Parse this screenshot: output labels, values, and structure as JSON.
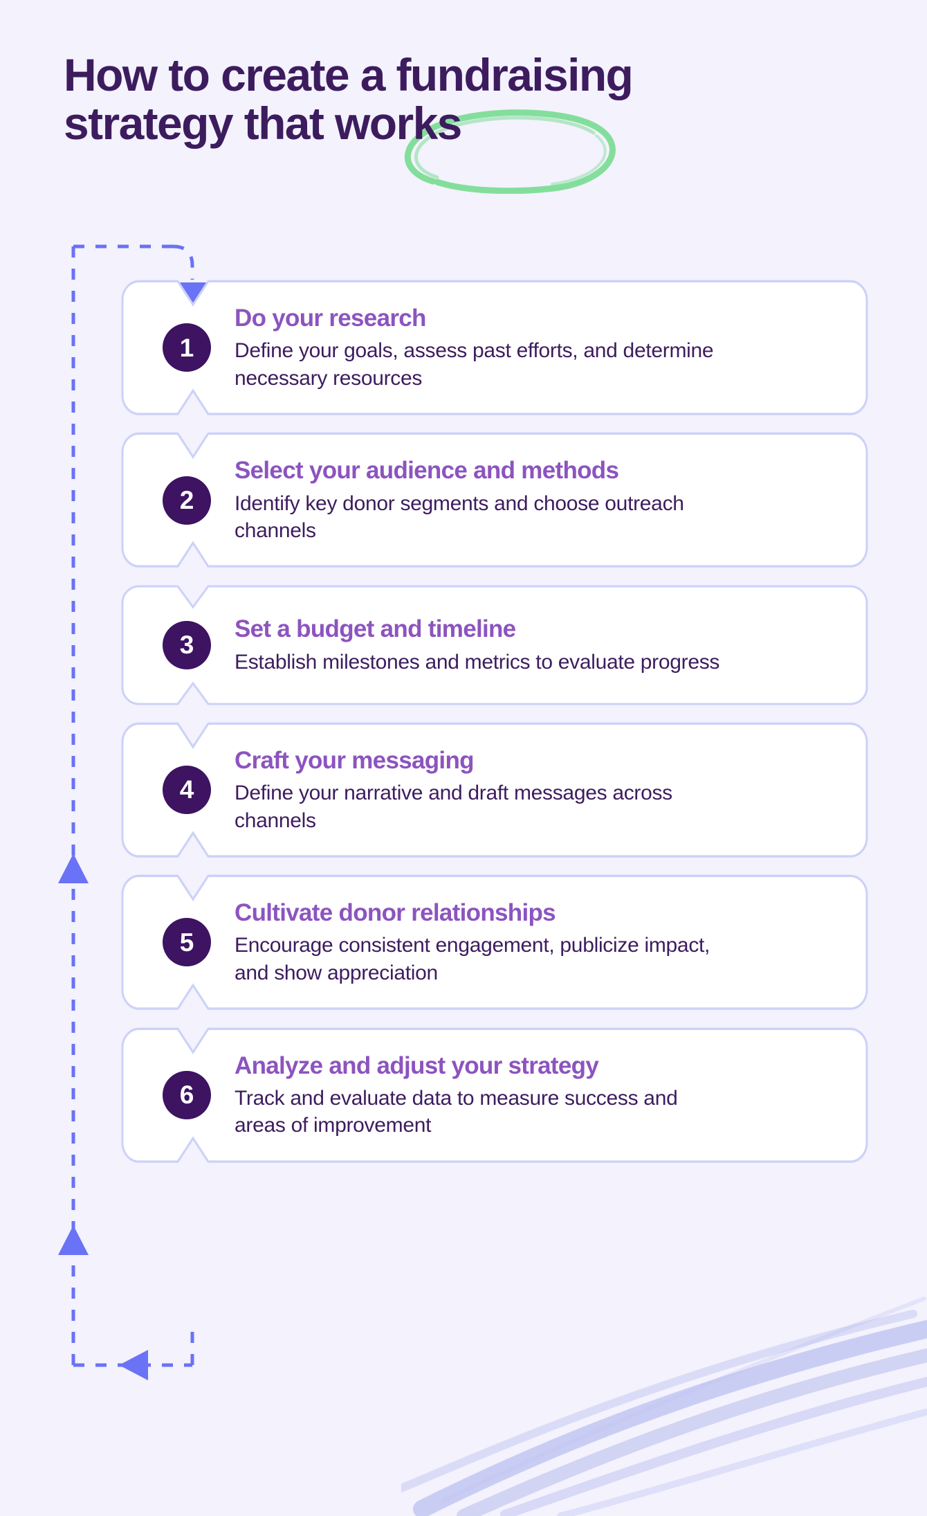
{
  "page": {
    "background_color": "#f3f2fd",
    "accent_purple": "#3d1c5e",
    "accent_heading": "#8c54bf",
    "accent_badge": "#3d1362",
    "accent_flow": "#6a72f5",
    "accent_green": "#7ddc96",
    "card_bg": "#ffffff",
    "card_border": "#ccd2f7"
  },
  "title": {
    "line1": "How to create a fundraising",
    "line2": "strategy that works",
    "highlight_word": "works",
    "annotation": "green-circle-scribble"
  },
  "flow": {
    "label": "dashed-loop-arrow-path",
    "arrows": [
      "arrow-down-to-step-1",
      "arrow-up-mid-left",
      "arrow-up-lower-left",
      "arrow-left-bottom"
    ]
  },
  "steps": [
    {
      "number": "1",
      "title": "Do your research",
      "description": "Define your goals, assess past efforts, and determine necessary resources"
    },
    {
      "number": "2",
      "title": "Select your audience and methods",
      "description": "Identify key donor segments and choose outreach channels"
    },
    {
      "number": "3",
      "title": "Set a budget and timeline",
      "description": "Establish milestones and metrics to evaluate progress"
    },
    {
      "number": "4",
      "title": "Craft your messaging",
      "description": "Define your narrative and draft messages across channels"
    },
    {
      "number": "5",
      "title": "Cultivate donor relationships",
      "description": "Encourage consistent engagement, publicize impact, and show appreciation"
    },
    {
      "number": "6",
      "title": "Analyze and adjust your strategy",
      "description": "Track and evaluate data to measure success and areas of improvement"
    }
  ],
  "decoration": {
    "bottom_right": "purple-brush-stroke"
  }
}
